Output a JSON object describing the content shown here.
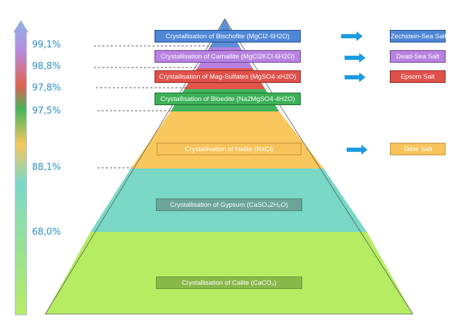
{
  "concentration_scale": {
    "labels": [
      "99,1%",
      "98,8%",
      "97,8%",
      "97,5%",
      "88,1%",
      "68,0%"
    ]
  },
  "layers": [
    {
      "label": "Crystallisation of Bischofite (MgCl2·6H2O)",
      "color": "#5d8fd6"
    },
    {
      "label": "Crystallisation of Carnallite (MgCl2KCl·6H2O)",
      "color": "#b682e0"
    },
    {
      "label": "Crystallisation of Mag-Sulfates (MgSO4·xH2O)",
      "color": "#e2564c"
    },
    {
      "label": "Crystallisation of Bloedite (Na2MgSO4·4H2O)",
      "color": "#42b35c"
    },
    {
      "label": "Crystallisation of Halite (NaCl)",
      "color": "#f8c75d"
    },
    {
      "label": "Crystallisation of Gypsum (CaSO₄2H₂O)",
      "color": "#79d8c6"
    },
    {
      "label": "Crystallisation of Calite (CaCO₃)",
      "color": "#b5ec62"
    }
  ],
  "salts": [
    {
      "label": "Zechstein-Sea Salt",
      "color": "#4f86d6"
    },
    {
      "label": "Dead-Sea Salt",
      "color": "#b782e0"
    },
    {
      "label": "Epsom Salt",
      "color": "#e0514a"
    },
    {
      "label": "Table Salt",
      "color": "#f7c35a"
    }
  ],
  "colors": {
    "arrow": "#1e9be0",
    "dash": "#555555"
  }
}
